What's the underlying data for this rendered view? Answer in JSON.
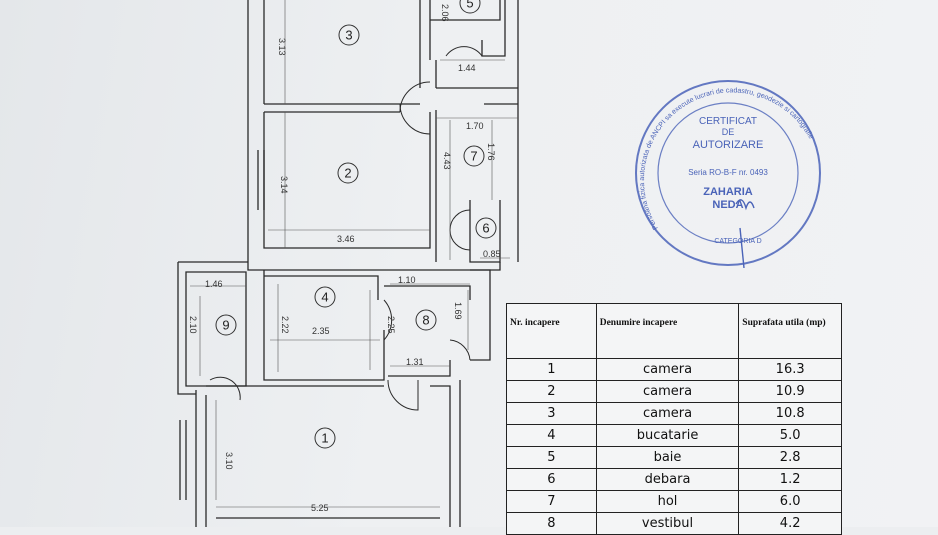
{
  "floor_plan": {
    "rooms": [
      {
        "number": "1"
      },
      {
        "number": "2"
      },
      {
        "number": "3"
      },
      {
        "number": "4"
      },
      {
        "number": "5"
      },
      {
        "number": "6"
      },
      {
        "number": "7"
      },
      {
        "number": "8"
      },
      {
        "number": "9"
      }
    ],
    "dimensions": {
      "d_313": "3.13",
      "d_206": "2.06",
      "d_144": "1.44",
      "d_170": "1.70",
      "d_314": "3.14",
      "d_443": "4.43",
      "d_176": "1.76",
      "d_346": "3.46",
      "d_085": "0.85",
      "d_146": "1.46",
      "d_110": "1.10",
      "d_210": "2.10",
      "d_222": "2.22",
      "d_235": "2.35",
      "d_225": "2.25",
      "d_169": "1.69",
      "d_131": "1.31",
      "d_310": "3.10",
      "d_525": "5.25"
    }
  },
  "stamp": {
    "line1": "CERTIFICAT",
    "line2": "DE",
    "line3": "AUTORIZARE",
    "line4": "Seria RO-B-F  nr. 0493",
    "line5": "ZAHARIA",
    "line6": "NEDA",
    "line7": "CATEGORIA D",
    "outer_text": "Persoana fizica autorizata de ANCPI sa execute lucrari de cadastru, geodezie si cartografie",
    "color": "#4a63b8"
  },
  "table": {
    "headers": [
      "Nr. incapere",
      "Denumire incapere",
      "Suprafata utila (mp)"
    ],
    "rows": [
      {
        "nr": "1",
        "name": "camera",
        "area": "16.3"
      },
      {
        "nr": "2",
        "name": "camera",
        "area": "10.9"
      },
      {
        "nr": "3",
        "name": "camera",
        "area": "10.8"
      },
      {
        "nr": "4",
        "name": "bucatarie",
        "area": "5.0"
      },
      {
        "nr": "5",
        "name": "baie",
        "area": "2.8"
      },
      {
        "nr": "6",
        "name": "debara",
        "area": "1.2"
      },
      {
        "nr": "7",
        "name": "hol",
        "area": "6.0"
      },
      {
        "nr": "8",
        "name": "vestibul",
        "area": "4.2"
      }
    ]
  }
}
